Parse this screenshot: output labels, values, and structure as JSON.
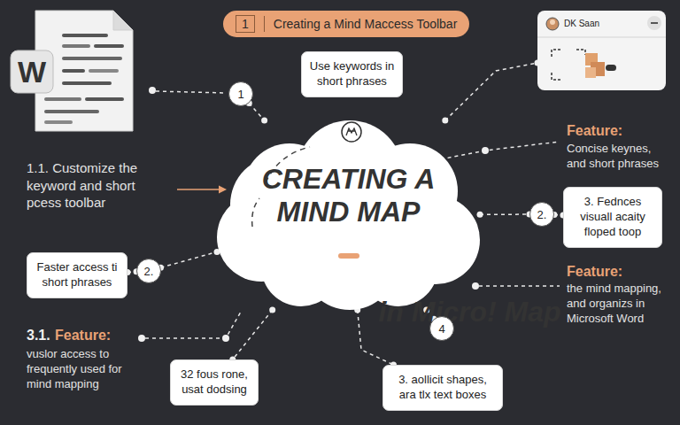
{
  "diagram": {
    "nodes": [
      {
        "text": [
          "1",
          "Creating a Mind Maccess Toolbar"
        ]
      },
      {
        "text": [
          "DK Saan"
        ]
      },
      {
        "text": [
          "Use keywords in short phrases"
        ]
      },
      {
        "text": [
          "1"
        ]
      },
      {
        "text": [
          "CREATING A MIND MAP"
        ]
      },
      {
        "text": [
          "in Micro! Map"
        ],
        "in": 4
      },
      {
        "text": [
          "2."
        ]
      },
      {
        "text": [
          "3. Fednces visuall acaity floped toop"
        ]
      },
      {
        "text": [
          "Faster access ti short phrases"
        ]
      },
      {
        "text": [
          "2."
        ]
      },
      {
        "text": [
          "4"
        ]
      },
      {
        "text": [
          "32 fous rone, usat dodsing"
        ]
      },
      {
        "text": [
          "3. aollicit shapes, ara tlx text boxes"
        ]
      }
    ],
    "edges": [
      {
        "from": 3,
        "to": 4,
        "arrow": "none"
      },
      {
        "from": 8,
        "to": 9,
        "arrow": "none"
      },
      {
        "from": 9,
        "to": 4,
        "arrow": "none"
      },
      {
        "from": 4,
        "to": 6,
        "arrow": "none"
      },
      {
        "from": 6,
        "to": 7,
        "arrow": "none"
      },
      {
        "from": 4,
        "to": 10,
        "arrow": "none"
      },
      {
        "from": 4,
        "to": 11,
        "arrow": "none"
      },
      {
        "from": 4,
        "to": 12,
        "arrow": "none"
      },
      {
        "from": 4,
        "to": 1,
        "arrow": "none"
      }
    ],
    "labels": [
      "W",
      "1.1. Customize the keyword and short pcess toolbar",
      "Feature:",
      "Concise keynes, and short phrases",
      "Feature:",
      "the mind mapping, and organizs in Microsoft Word",
      "3.1.",
      "Feature:",
      "vuslor access to frequently used for mind mapping"
    ]
  }
}
